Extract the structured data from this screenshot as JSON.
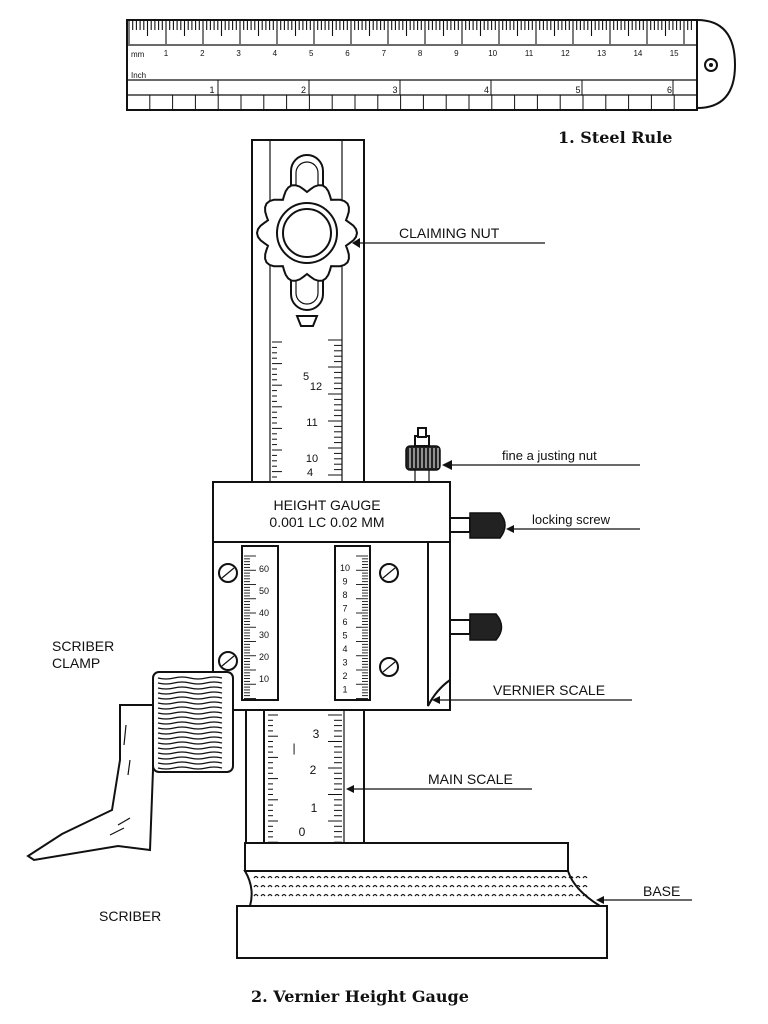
{
  "figure1": {
    "caption": "1. Steel Rule",
    "mm_numbers": [
      "1",
      "2",
      "3",
      "4",
      "5",
      "6",
      "7",
      "8",
      "9",
      "10",
      "11",
      "12",
      "13",
      "14",
      "15"
    ],
    "inch_numbers": [
      "1",
      "2",
      "3",
      "4",
      "5",
      "6"
    ],
    "mm_unit": "mm",
    "inch_unit": "Inch"
  },
  "figure2": {
    "caption": "2. Vernier Height Gauge",
    "labels": {
      "clamping_nut": "CLAIMING NUT",
      "fine_adjusting_nut": "fine a  justing nut",
      "locking_screw": "locking screw",
      "scriber_clamp_line1": "SCRIBER",
      "scriber_clamp_line2": "CLAMP",
      "vernier_scale": "VERNIER SCALE",
      "main_scale": "MAIN SCALE",
      "base": "BASE",
      "scriber": "SCRIBER"
    },
    "slider_plate": {
      "line1": "HEIGHT GAUGE",
      "line2": "0.001  LC  0.02 MM"
    },
    "beam_upper_numbers": [
      "5",
      "12",
      "11",
      "10",
      "4"
    ],
    "beam_lower_numbers": [
      "3",
      "2",
      "1",
      "0"
    ],
    "vernier_left_numbers": [
      "60",
      "50",
      "40",
      "30",
      "20",
      "10"
    ],
    "vernier_right_numbers": [
      "10",
      "9",
      "8",
      "7",
      "6",
      "5",
      "4",
      "3",
      "2",
      "1"
    ]
  }
}
